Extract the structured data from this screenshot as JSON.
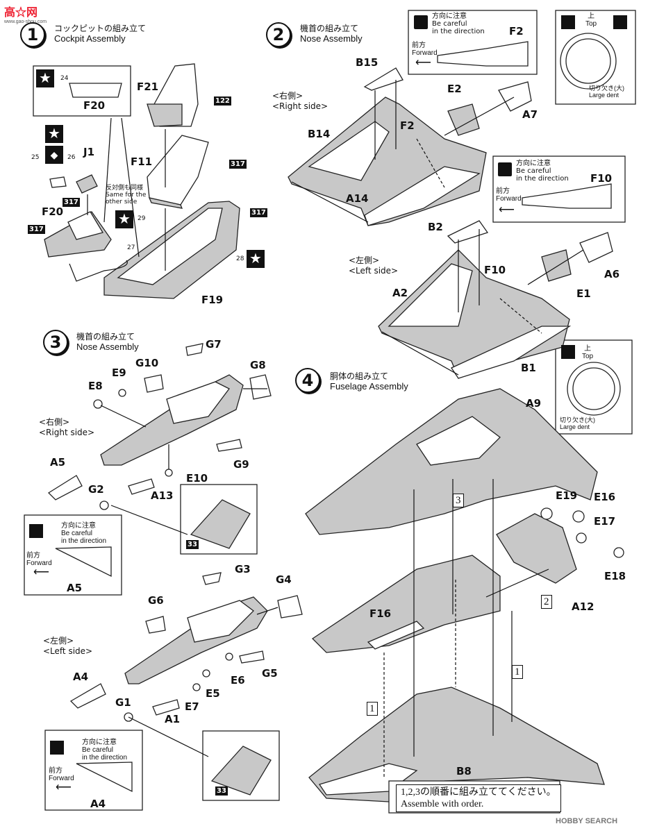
{
  "watermark_top": "高☆网",
  "watermark_top_url": "www.gao-shou.com",
  "watermark_bottom": "HOBBY SEARCH",
  "steps": [
    {
      "num": "1",
      "jp": "コックピットの組み立て",
      "en": "Cockpit Assembly"
    },
    {
      "num": "2",
      "jp": "機首の組み立て",
      "en": "Nose Assembly"
    },
    {
      "num": "3",
      "jp": "機首の組み立て",
      "en": "Nose Assembly"
    },
    {
      "num": "4",
      "jp": "胴体の組み立て",
      "en": "Fuselage Assembly"
    }
  ],
  "caution": {
    "jp": "方向に注意",
    "en1": "Be careful",
    "en2": "in the direction",
    "fwd_jp": "前方",
    "fwd_en": "Forward"
  },
  "top_box": {
    "jp": "上",
    "en": "Top",
    "dent_jp": "切り欠き(大)",
    "dent_en": "Large dent"
  },
  "side_labels": {
    "right_jp": "<右側>",
    "right_en": "<Right side>",
    "left_jp": "<左側>",
    "left_en": "<Left side>"
  },
  "same_other": {
    "jp": "反対側も同様",
    "en1": "Same for the",
    "en2": "other side"
  },
  "paint_codes": {
    "c122": "122",
    "c317": "317",
    "c33": "33"
  },
  "decal_numbers": {
    "n24": "24",
    "n25": "25",
    "n26": "26",
    "n27": "27",
    "n28": "28",
    "n29": "29"
  },
  "parts": {
    "F20": "F20",
    "F21": "F21",
    "F11": "F11",
    "F19": "F19",
    "J1": "J1",
    "B15": "B15",
    "B14": "B14",
    "A14": "A14",
    "F2": "F2",
    "E2": "E2",
    "A7": "A7",
    "B2": "B2",
    "A2": "A2",
    "F10": "F10",
    "E1": "E1",
    "A6": "A6",
    "B1": "B1",
    "G7": "G7",
    "G8": "G8",
    "G9": "G9",
    "G10": "G10",
    "E8": "E8",
    "E9": "E9",
    "E10": "E10",
    "A5": "A5",
    "A13": "A13",
    "G2": "G2",
    "G3": "G3",
    "G4": "G4",
    "G5": "G5",
    "G6": "G6",
    "E5": "E5",
    "E6": "E6",
    "E7": "E7",
    "A4": "A4",
    "A1": "A1",
    "G1": "G1",
    "A9": "A9",
    "A12": "A12",
    "E16": "E16",
    "E17": "E17",
    "E18": "E18",
    "E19": "E19",
    "F16": "F16",
    "B8": "B8"
  },
  "order_marks": {
    "m1": "1",
    "m2": "2",
    "m3": "3"
  },
  "assemble_note": {
    "jp": "1,2,3の順番に組み立ててください。",
    "en": "Assemble with order."
  }
}
